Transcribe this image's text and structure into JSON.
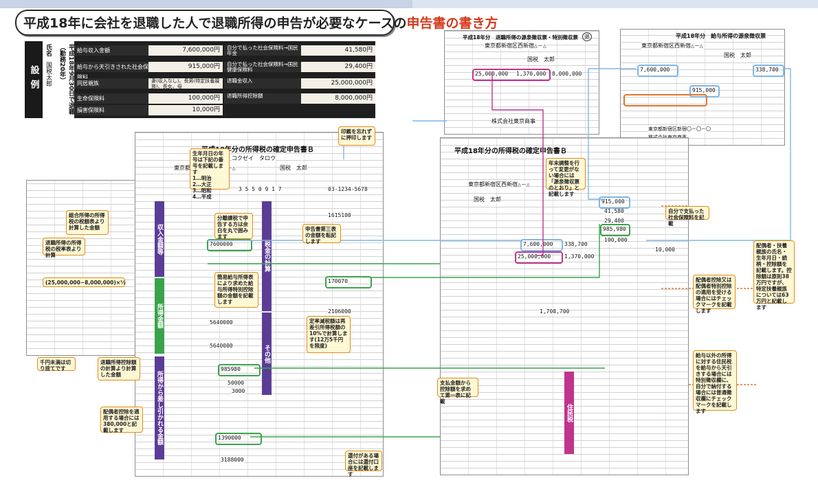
{
  "title": {
    "main": "平成18年に会社を退職した人で退職所得の申告が必要なケースの",
    "accent": "申告書の書き方"
  },
  "case": {
    "tag": "設例",
    "name_label": "氏名",
    "name_value": "国税太郎",
    "birth_label": "平成18年9月30日で退職（勤務20年）",
    "rows": [
      {
        "l": "給与収入金額",
        "v": "7,600,000円",
        "l2": "自分で払った社会保険料→国民年金",
        "v2": "41,580円"
      },
      {
        "l": "給与から天引きされた社会保険料",
        "v": "915,000円",
        "l2": "自分で払った社会保険料→国民健康保険料",
        "v2": "29,400円"
      },
      {
        "l": "同居親族",
        "v": "妻(収入なし)、長男(特定扶養親族)、長女、母",
        "l2": "退職金収入",
        "v2": "25,000,000円"
      },
      {
        "l": "生命保険料",
        "v": "100,000円",
        "l2": "退職所得控除額",
        "v2": "8,000,000円"
      },
      {
        "l": "損害保険料",
        "v": "10,000円",
        "l2": "",
        "v2": ""
      }
    ]
  },
  "docs": {
    "withholding_retire": {
      "title": "平成18年分　退職所得の源泉徴収票・特別徴収票",
      "badge": "退",
      "address": "東京都新宿区西新宿△－△",
      "name": "国税　太郎",
      "amount": "25,000,000",
      "tax": "1,370,000",
      "deduction": "8,000,000",
      "company": "株式会社東京商事"
    },
    "withholding_salary": {
      "title": "平成18年分　給与所得の源泉徴収票",
      "address": "東京都新宿区西新宿△－△",
      "name": "国税　太郎",
      "pay": "7,600,000",
      "tax": "338,700",
      "insurance": "915,000",
      "company": "東京都新宿区新宿〇－〇－〇",
      "company2": "株式会社東京商事"
    },
    "form_b1": {
      "title": "平成18年分の所得税の確定申告書Ｂ",
      "kana": "コクゼイ　タロウ",
      "name": "国税　太郎",
      "address": "東京都新宿区西新宿△－△",
      "birth": "3 5 5 0 9 1 7",
      "tel": "03-1234-5678",
      "income": "7600000",
      "salary_income": "5640000",
      "total": "5640000",
      "social": "985980",
      "life": "50000",
      "damage": "3000",
      "basic_total": "1390000",
      "taxable": "3188000",
      "tax_a": "1615100",
      "tax_b": "170070",
      "tax_c": "2106000"
    },
    "form_b2": {
      "title": "平成18年分の所得税の確定申告書Ｂ",
      "address": "東京都新宿区西新宿△－△",
      "name": "国税　太郎",
      "pay": "7,600,000",
      "tax": "338,700",
      "retire": "25,000,000",
      "retire_tax": "1,370,000",
      "social1": "915,000",
      "social2": "41,580",
      "social3": "29,400",
      "social_total": "985,980",
      "life": "100,000",
      "damage": "10,000",
      "total_tax": "1,708,700"
    }
  },
  "notes": {
    "n1": "印鑑を忘れずに押印します",
    "n2": "生年月日の年号は下記の番号を記載します\n1…明治\n2…大正\n3…昭和\n4…平成",
    "n3": "分離課税で申告する方は余白を丸で囲みます",
    "n4": "申告書第三表の金額を転記します",
    "n5": "簡易給与所得表により求めた給与所得特別控除額の金額を記載します",
    "n6": "定率減税額は再差引所得税額の10%で計算します(12万5千円を限度)",
    "n7": "還付がある場合には還付口座を記載します",
    "n8": "配偶者控除を適用する場合には380,000と記載します",
    "n9": "退職所得控除額の計算より計算した金額",
    "n10": "千円未満は切り捨てです",
    "n11": "総合所得の所得税の税額表より計算した金額",
    "n12": "退職所得の所得税の税率表より計算",
    "n13": "(25,000,000−8,000,000)×½",
    "n14": "年末調整を行って変更がない場合には「源泉徴収票のとおり」と記載します",
    "n15": "自分で支払った社会保険料を記載",
    "n16": "配偶者・扶養親族の氏名・生年月日・続柄・控除額を記載します。控除額は原則38万円ですが、特定扶養親族については63万円と記載します",
    "n17": "配偶者控除又は配偶者特別控除の適用を受ける場合にはチェックマークを記載します",
    "n18": "給与以外の所得に対する住民税を給与から天引きする場合には特別徴収欄に、自分で納付する場合には普通徴収欄にチェックマークを記載します",
    "n19": "支払金額から控除額を求めて第一表に記載"
  },
  "colors": {
    "accent": "#d63a1e",
    "blue": "#7fb6e8",
    "magenta": "#c0348c",
    "green": "#3aa34a",
    "orange": "#e0752a",
    "purple": "#5b3d96"
  }
}
